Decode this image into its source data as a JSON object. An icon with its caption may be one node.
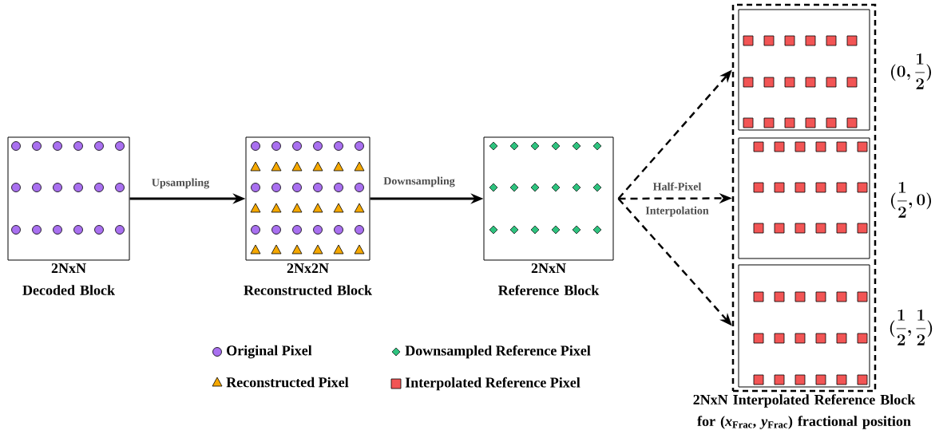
{
  "diagram": {
    "nodes": [
      {
        "text": [
          "2NxN",
          "Decoded Block"
        ]
      },
      {
        "text": [
          "2Nx2N",
          "Reconstructed Block"
        ]
      },
      {
        "text": [
          "2NxN",
          "Reference Block"
        ]
      },
      {
        "text": [
          "2NxN Interpolated Reference Block for (*x*$_{Frac}$, *y*$_{Frac}$) fractional position"
        ]
      },
      {
        "text": [],
        "shape": "box",
        "in": 3,
        "beside": [
          "(0,\\frac{1}{2})"
        ]
      },
      {
        "text": [],
        "shape": "box",
        "in": 3,
        "beside": [
          "(\\frac{1}{2},0)"
        ]
      },
      {
        "text": [],
        "shape": "box",
        "in": 3,
        "beside": [
          "(\\frac{1}{2},\\frac{1}{2})"
        ]
      }
    ],
    "edges": [
      {
        "from": 0,
        "to": 1,
        "arrow": "to",
        "label": "Upsampling"
      },
      {
        "from": 1,
        "to": 2,
        "arrow": "to",
        "label": "Downsampling"
      },
      {
        "from": 2,
        "to": 4,
        "arrow": "to",
        "style": "dashed"
      },
      {
        "from": 2,
        "to": 5,
        "arrow": "to",
        "style": "dashed",
        "label": "Half-Pixel Interpolation"
      },
      {
        "from": 2,
        "to": 6,
        "arrow": "to",
        "style": "dashed"
      }
    ],
    "legend": [
      {
        "text": "Original Pixel",
        "color": "#a970f0"
      },
      {
        "text": "Reconstructed Pixel",
        "color": "#f5a800"
      },
      {
        "text": "Downsampled Reference Pixel",
        "color": "#2ec27e"
      },
      {
        "text": "Interpolated Reference Pixel",
        "color": "#f25555"
      }
    ]
  }
}
